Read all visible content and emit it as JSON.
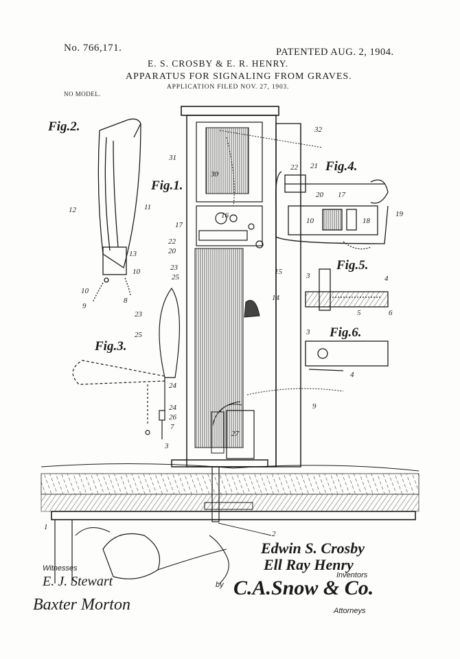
{
  "header": {
    "patent_number": "No. 766,171.",
    "patented": "PATENTED AUG. 2, 1904.",
    "inventors": "E. S. CROSBY & E. R. HENRY.",
    "title": "APPARATUS FOR SIGNALING FROM GRAVES.",
    "application": "APPLICATION FILED NOV. 27, 1903.",
    "model": "NO MODEL."
  },
  "figures": {
    "fig1": "Fig.1.",
    "fig2": "Fig.2.",
    "fig3": "Fig.3.",
    "fig4": "Fig.4.",
    "fig5": "Fig.5.",
    "fig6": "Fig.6."
  },
  "refs": {
    "r31": "31",
    "r30": "30",
    "r32": "32",
    "r16": "16",
    "r17": "17",
    "r22": "22",
    "r20": "20",
    "r23": "23",
    "r25": "25",
    "r15": "15",
    "r14": "14",
    "r24a": "24",
    "r24b": "24",
    "r26": "26",
    "r7": "7",
    "r27": "27",
    "r3": "3",
    "r9": "9",
    "r1": "1",
    "r2": "2",
    "r12": "12",
    "r11": "11",
    "r13": "13",
    "r10a": "10",
    "r10b": "10",
    "r8": "8",
    "r9b": "9",
    "r23b": "23",
    "r25b": "25",
    "f4_22": "22",
    "f4_21": "21",
    "f4_20": "20",
    "f4_17": "17",
    "f4_10": "10",
    "f4_18": "18",
    "f4_19": "19",
    "f5_3": "3",
    "f5_4": "4",
    "f5_5": "5",
    "f5_6": "6",
    "f6_3": "3",
    "f6_4": "4"
  },
  "signatures": {
    "inventor1": "Edwin S. Crosby",
    "inventor2": "Ell Ray Henry",
    "inventors_label": "Inventors",
    "witnesses_label": "Witnesses",
    "witness1": "E. J. Stewart",
    "witness2": "Baxter Morton",
    "by": "by",
    "attorney": "C.A.Snow & Co.",
    "attorneys_label": "Attorneys"
  }
}
